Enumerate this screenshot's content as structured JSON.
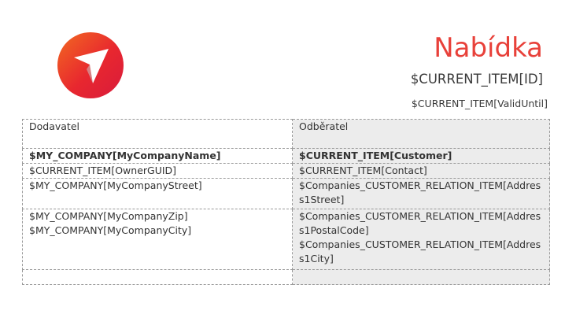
{
  "header": {
    "title": "Nabídka",
    "item_id": "$CURRENT_ITEM[ID]",
    "valid_until": "$CURRENT_ITEM[ValidUntil]"
  },
  "colors": {
    "title": "#e8413a",
    "logo_primary": "#e8272f",
    "logo_secondary": "#f15a24",
    "text": "#333333",
    "right_column_bg": "#ececec",
    "border": "#9a9a9a"
  },
  "logo": {
    "icon": "company-logo-arrow-icon"
  },
  "parties": {
    "supplier": {
      "heading": "Dodavatel",
      "name": "$MY_COMPANY[MyCompanyName]",
      "owner": "$CURRENT_ITEM[OwnerGUID]",
      "street": "$MY_COMPANY[MyCompanyStreet]",
      "zip": "$MY_COMPANY[MyCompanyZip]",
      "city": "$MY_COMPANY[MyCompanyCity]"
    },
    "customer": {
      "heading": "Odběratel",
      "name": "$CURRENT_ITEM[Customer]",
      "contact": "$CURRENT_ITEM[Contact]",
      "street": "$Companies_CUSTOMER_RELATION_ITEM[Address1Street]",
      "postal_code": "$Companies_CUSTOMER_RELATION_ITEM[Address1PostalCode]",
      "city": "$Companies_CUSTOMER_RELATION_ITEM[Address1City]"
    }
  }
}
